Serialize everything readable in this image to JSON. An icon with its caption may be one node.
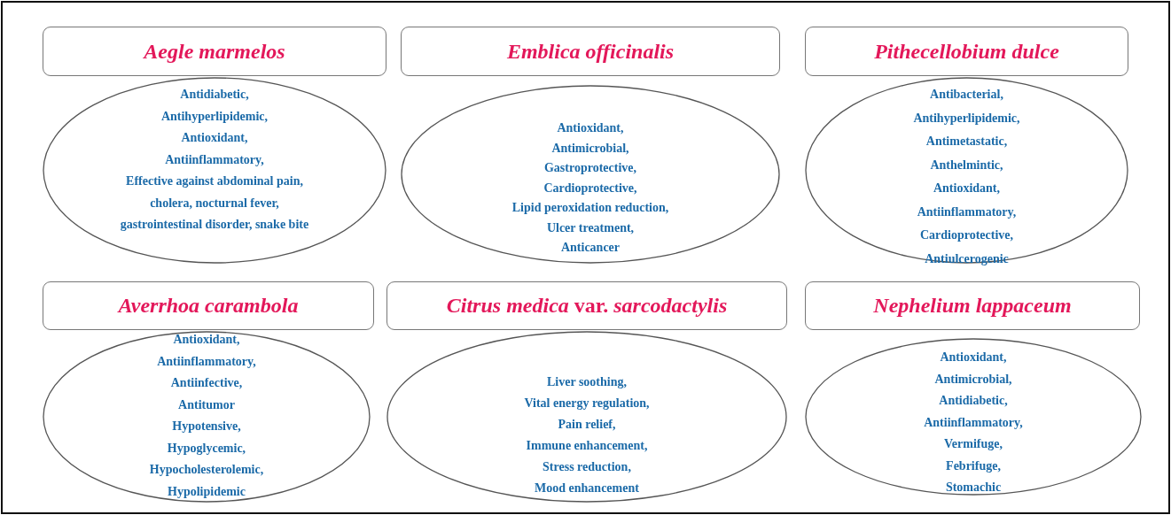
{
  "diagram": {
    "nodes": [
      {
        "text": [
          "Aegle marmelos"
        ]
      },
      {
        "text": [
          "Antidiabetic,",
          "Antihyperlipidemic,",
          "Antioxidant,",
          "Antiinflammatory,",
          "Effective against abdominal pain, cholera, nocturnal fever, gastrointestinal disorder, snake bite"
        ]
      },
      {
        "text": [
          "Emblica officinalis"
        ]
      },
      {
        "text": [
          "Antioxidant,",
          "Antimicrobial,",
          "Gastroprotective,",
          "Cardioprotective,",
          "Lipid peroxidation reduction,",
          "Ulcer treatment,",
          "Anticancer"
        ]
      },
      {
        "text": [
          "Pithecellobium dulce"
        ]
      },
      {
        "text": [
          "Antibacterial,",
          "Antihyperlipidemic,",
          "Antimetastatic,",
          "Anthelmintic,",
          "Antioxidant,",
          "Antiinflammatory,",
          "Cardioprotective,",
          "Antiulcerogenic"
        ]
      },
      {
        "text": [
          "Averrhoa carambola"
        ]
      },
      {
        "text": [
          "Antioxidant,",
          "Antiinflammatory,",
          "Antiinfective,",
          "Antitumor",
          "Hypotensive,",
          "Hypoglycemic,",
          "Hypocholesterolemic,",
          "Hypolipidemic"
        ]
      },
      {
        "text": [
          "*Citrus medica* var. *sarcodactylis*"
        ]
      },
      {
        "text": [
          "Liver soothing,",
          "Vital energy regulation,",
          "Pain relief,",
          "Immune enhancement,",
          "Stress reduction,",
          "Mood enhancement"
        ]
      },
      {
        "text": [
          "Nephelium lappaceum"
        ]
      },
      {
        "text": [
          "Antioxidant,",
          "Antimicrobial,",
          "Antidiabetic,",
          "Antiinflammatory,",
          "Vermifuge,",
          "Febrifuge,",
          "Stomachic"
        ]
      }
    ]
  }
}
